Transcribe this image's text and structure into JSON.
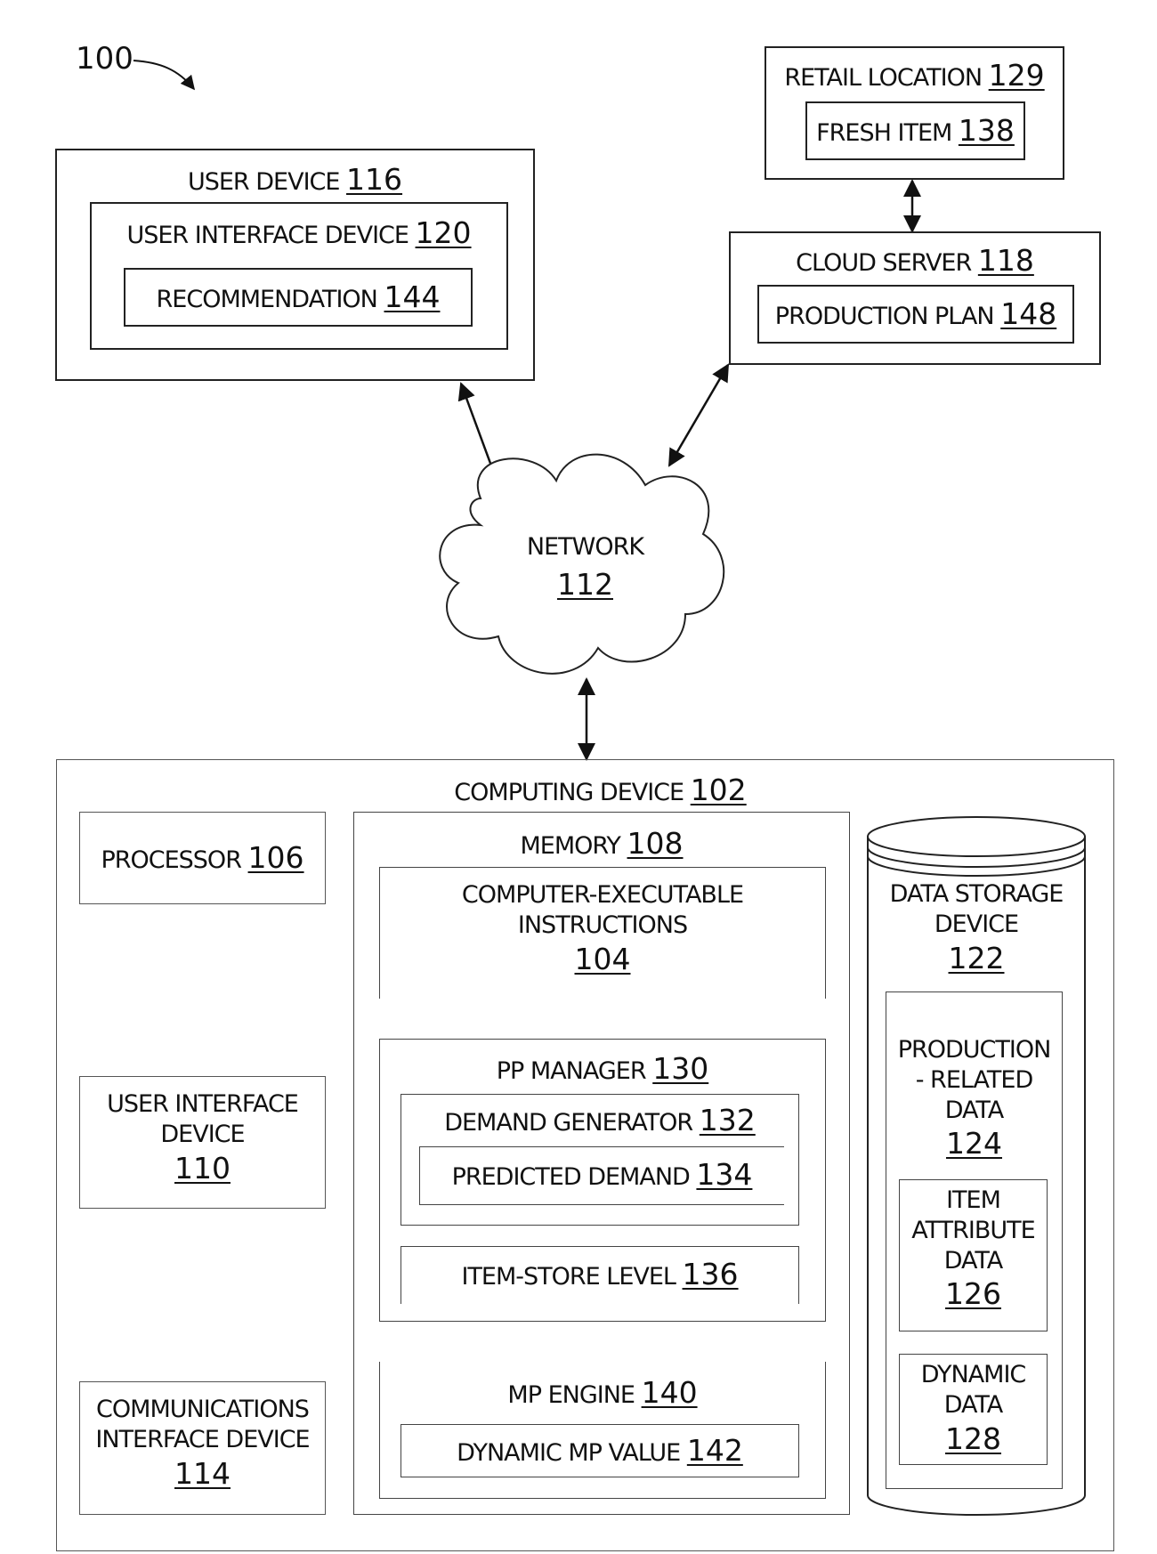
{
  "figure_ref": "100",
  "retail_location": {
    "label": "RETAIL LOCATION",
    "num": "129"
  },
  "fresh_item": {
    "label": "FRESH ITEM",
    "num": "138"
  },
  "user_device": {
    "label": "USER DEVICE",
    "num": "116"
  },
  "ui_device_120": {
    "label": "USER INTERFACE DEVICE",
    "num": "120"
  },
  "recommendation": {
    "label": "RECOMMENDATION",
    "num": "144"
  },
  "cloud_server": {
    "label": "CLOUD SERVER",
    "num": "118"
  },
  "production_plan": {
    "label": "PRODUCTION PLAN",
    "num": "148"
  },
  "network": {
    "label": "NETWORK",
    "num": "112"
  },
  "computing_device": {
    "label": "COMPUTING DEVICE",
    "num": "102"
  },
  "processor": {
    "label": "PROCESSOR",
    "num": "106"
  },
  "ui_device_110": {
    "line1": "USER INTERFACE",
    "line2": "DEVICE",
    "num": "110"
  },
  "comm_device": {
    "line1": "COMMUNICATIONS",
    "line2": "INTERFACE DEVICE",
    "num": "114"
  },
  "memory": {
    "label": "MEMORY",
    "num": "108"
  },
  "instructions": {
    "line1": "COMPUTER-EXECUTABLE",
    "line2": "INSTRUCTIONS",
    "num": "104"
  },
  "pp_manager": {
    "label": "PP MANAGER",
    "num": "130"
  },
  "demand_generator": {
    "label": "DEMAND GENERATOR",
    "num": "132"
  },
  "predicted_demand": {
    "label": "PREDICTED DEMAND",
    "num": "134"
  },
  "item_store_level": {
    "label": "ITEM-STORE LEVEL",
    "num": "136"
  },
  "mp_engine": {
    "label": "MP ENGINE",
    "num": "140"
  },
  "dynamic_mp_value": {
    "label": "DYNAMIC MP VALUE",
    "num": "142"
  },
  "data_storage": {
    "line1": "DATA STORAGE",
    "line2": "DEVICE",
    "num": "122"
  },
  "production_data": {
    "line1": "PRODUCTION",
    "line2": "- RELATED",
    "line3": "DATA",
    "num": "124"
  },
  "item_attribute": {
    "line1": "ITEM",
    "line2": "ATTRIBUTE",
    "line3": "DATA",
    "num": "126"
  },
  "dynamic_data": {
    "line1": "DYNAMIC",
    "line2": "DATA",
    "num": "128"
  }
}
